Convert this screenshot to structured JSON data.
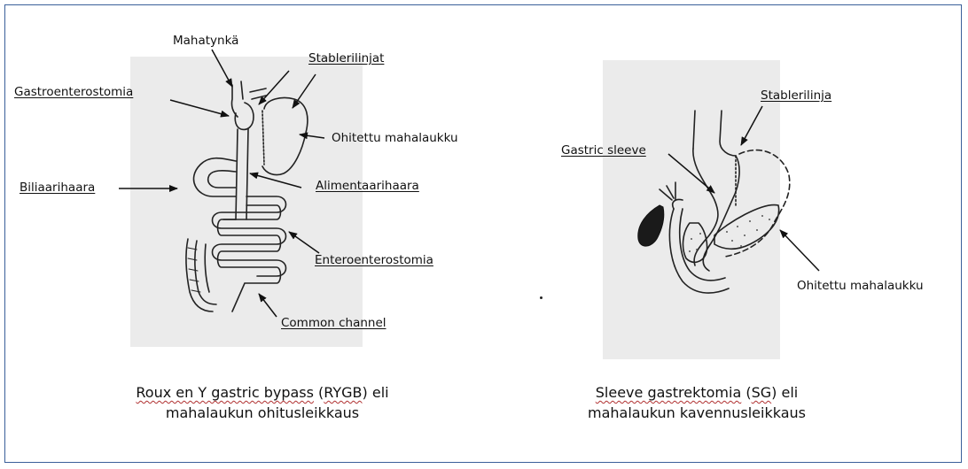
{
  "left": {
    "labels": {
      "mahatynka": "Mahatynkä",
      "stablerilinjat": "Stablerilinjat",
      "gastroenterostomia": "Gastroenterostomia",
      "ohitettu": "Ohitettu mahalaukku",
      "biliaarihaara": "Biliaarihaara",
      "alimentaarihaara": "Alimentaarihaara",
      "enteroenterostomia": "Enteroenterostomia",
      "common_channel": "Common channel"
    },
    "caption": {
      "part1": "Roux en Y gastric bypass",
      "part2": " (",
      "part3": "RYGB",
      "part4": ") eli",
      "line2": "mahalaukun ohitusleikkaus"
    }
  },
  "right": {
    "labels": {
      "stablerilinja": "Stablerilinja",
      "gastric_sleeve": "Gastric sleeve",
      "ohitettu": "Ohitettu mahalaukku"
    },
    "caption": {
      "part1": "Sleeve gastrektomia",
      "part2": " (",
      "part3": "SG",
      "part4": ") eli",
      "line2": "mahalaukun kavennusleikkaus"
    }
  }
}
